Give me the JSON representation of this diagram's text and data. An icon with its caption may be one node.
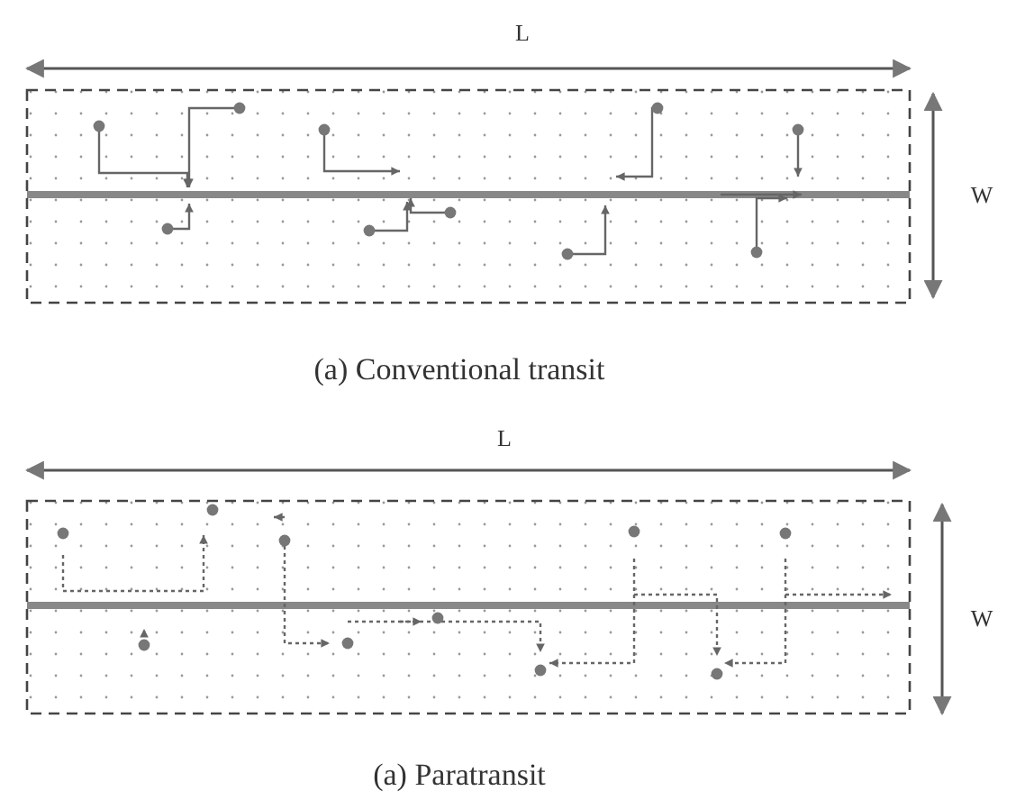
{
  "diagram": {
    "labels": [
      "L",
      "W",
      "(a) Conventional transit",
      "L",
      "W",
      "(a) Paratransit"
    ]
  }
}
